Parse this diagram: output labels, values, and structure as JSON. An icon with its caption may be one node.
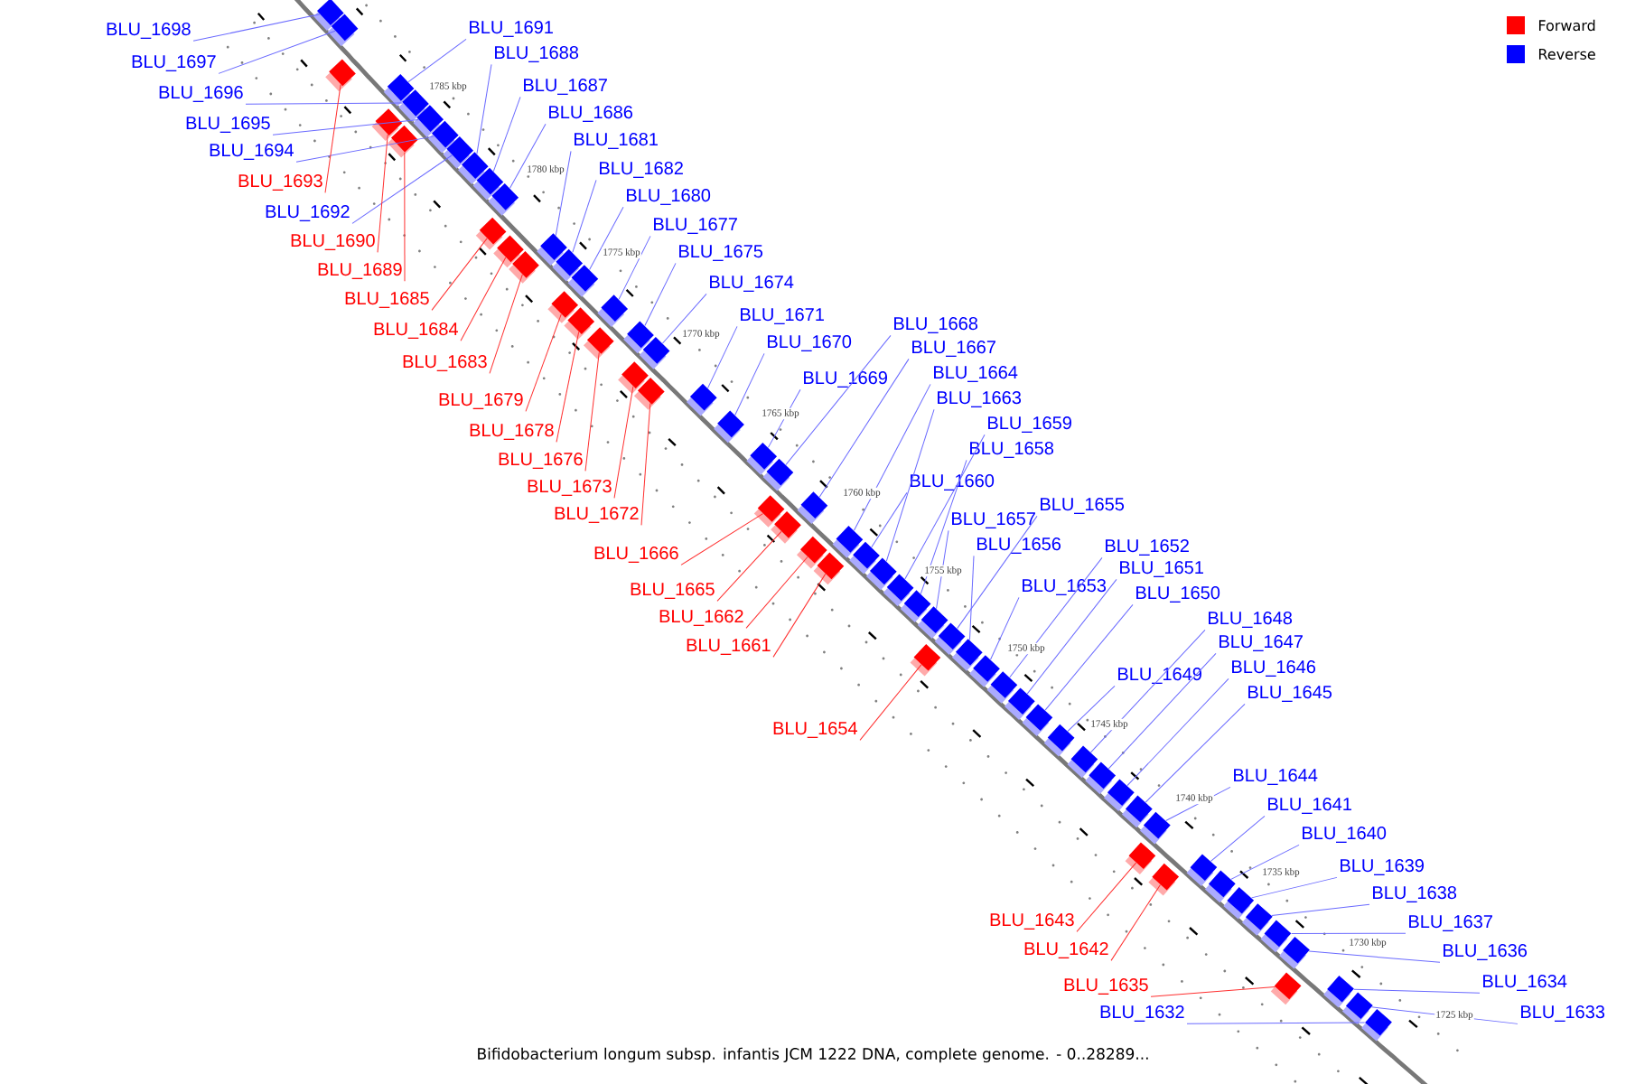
{
  "diagram": {
    "caption": "Bifidobacterium longum subsp. infantis JCM 1222 DNA, complete genome. - 0..28289...",
    "nodes": [
      {
        "text": [
          "BLU_1698"
        ]
      },
      {
        "text": [
          "BLU_1691"
        ]
      },
      {
        "text": [
          "BLU_1688"
        ]
      },
      {
        "text": [
          "BLU_1697"
        ]
      },
      {
        "text": [
          "BLU_1687"
        ]
      },
      {
        "text": [
          "BLU_1696"
        ]
      },
      {
        "text": [
          "BLU_1686"
        ]
      },
      {
        "text": [
          "BLU_1695"
        ]
      },
      {
        "text": [
          "BLU_1681"
        ]
      },
      {
        "text": [
          "BLU_1694"
        ]
      },
      {
        "text": [
          "BLU_1682"
        ]
      },
      {
        "text": [
          "BLU_1693"
        ]
      },
      {
        "text": [
          "BLU_1680"
        ]
      },
      {
        "text": [
          "BLU_1692"
        ]
      },
      {
        "text": [
          "BLU_1677"
        ]
      },
      {
        "text": [
          "BLU_1690"
        ]
      },
      {
        "text": [
          "BLU_1675"
        ]
      },
      {
        "text": [
          "BLU_1689"
        ]
      },
      {
        "text": [
          "BLU_1674"
        ]
      },
      {
        "text": [
          "BLU_1685"
        ]
      },
      {
        "text": [
          "BLU_1671"
        ]
      },
      {
        "text": [
          "BLU_1668"
        ]
      },
      {
        "text": [
          "BLU_1684"
        ]
      },
      {
        "text": [
          "BLU_1670"
        ]
      },
      {
        "text": [
          "BLU_1667"
        ]
      },
      {
        "text": [
          "BLU_1683"
        ]
      },
      {
        "text": [
          "BLU_1664"
        ]
      },
      {
        "text": [
          "BLU_1669"
        ]
      },
      {
        "text": [
          "BLU_1663"
        ]
      },
      {
        "text": [
          "BLU_1679"
        ]
      },
      {
        "text": [
          "BLU_1659"
        ]
      },
      {
        "text": [
          "BLU_1678"
        ]
      },
      {
        "text": [
          "BLU_1658"
        ]
      },
      {
        "text": [
          "BLU_1676"
        ]
      },
      {
        "text": [
          "BLU_1660"
        ]
      },
      {
        "text": [
          "BLU_1673"
        ]
      },
      {
        "text": [
          "BLU_1655"
        ]
      },
      {
        "text": [
          "BLU_1672"
        ]
      },
      {
        "text": [
          "BLU_1657"
        ]
      },
      {
        "text": [
          "BLU_1656"
        ]
      },
      {
        "text": [
          "BLU_1652"
        ]
      },
      {
        "text": [
          "BLU_1666"
        ]
      },
      {
        "text": [
          "BLU_1651"
        ]
      },
      {
        "text": [
          "BLU_1653"
        ]
      },
      {
        "text": [
          "BLU_1665"
        ]
      },
      {
        "text": [
          "BLU_1650"
        ]
      },
      {
        "text": [
          "BLU_1662"
        ]
      },
      {
        "text": [
          "BLU_1648"
        ]
      },
      {
        "text": [
          "BLU_1647"
        ]
      },
      {
        "text": [
          "BLU_1661"
        ]
      },
      {
        "text": [
          "BLU_1646"
        ]
      },
      {
        "text": [
          "BLU_1649"
        ]
      },
      {
        "text": [
          "BLU_1645"
        ]
      },
      {
        "text": [
          "BLU_1654"
        ]
      },
      {
        "text": [
          "BLU_1644"
        ]
      },
      {
        "text": [
          "BLU_1641"
        ]
      },
      {
        "text": [
          "BLU_1640"
        ]
      },
      {
        "text": [
          "BLU_1639"
        ]
      },
      {
        "text": [
          "BLU_1638"
        ]
      },
      {
        "text": [
          "BLU_1643"
        ]
      },
      {
        "text": [
          "BLU_1637"
        ]
      },
      {
        "text": [
          "BLU_1642"
        ]
      },
      {
        "text": [
          "BLU_1636"
        ]
      },
      {
        "text": [
          "BLU_1634"
        ]
      },
      {
        "text": [
          "BLU_1635"
        ]
      },
      {
        "text": [
          "BLU_1632"
        ]
      },
      {
        "text": [
          "BLU_1633"
        ]
      },
      {
        "text": [],
        "shape": "box"
      },
      {
        "text": [],
        "shape": "box"
      },
      {
        "text": [],
        "shape": "box"
      },
      {
        "text": [],
        "shape": "box"
      },
      {
        "text": [],
        "shape": "box"
      },
      {
        "text": [],
        "shape": "box"
      },
      {
        "text": [],
        "shape": "box"
      },
      {
        "text": [],
        "shape": "box"
      },
      {
        "text": [],
        "shape": "box"
      },
      {
        "text": [],
        "shape": "box"
      },
      {
        "text": [],
        "shape": "box"
      },
      {
        "text": [],
        "shape": "box"
      },
      {
        "text": [],
        "shape": "box"
      },
      {
        "text": [],
        "shape": "box"
      },
      {
        "text": [],
        "shape": "box"
      },
      {
        "text": [],
        "shape": "box"
      },
      {
        "text": [],
        "shape": "box"
      },
      {
        "text": [],
        "shape": "box"
      },
      {
        "text": [],
        "shape": "box"
      },
      {
        "text": [],
        "shape": "box"
      },
      {
        "text": [],
        "shape": "box"
      },
      {
        "text": [],
        "shape": "box"
      },
      {
        "text": [],
        "shape": "box"
      },
      {
        "text": [],
        "shape": "box"
      },
      {
        "text": [],
        "shape": "box"
      },
      {
        "text": [],
        "shape": "box"
      },
      {
        "text": [],
        "shape": "box"
      },
      {
        "text": [],
        "shape": "box"
      },
      {
        "text": [],
        "shape": "box"
      },
      {
        "text": [],
        "shape": "box"
      },
      {
        "text": [],
        "shape": "box"
      },
      {
        "text": [],
        "shape": "box"
      },
      {
        "text": [],
        "shape": "box"
      },
      {
        "text": [],
        "shape": "box"
      },
      {
        "text": [],
        "shape": "box"
      },
      {
        "text": [],
        "shape": "box"
      },
      {
        "text": [],
        "shape": "box"
      },
      {
        "text": [],
        "shape": "box"
      },
      {
        "text": [],
        "shape": "box"
      },
      {
        "text": [],
        "shape": "box"
      },
      {
        "text": [],
        "shape": "box"
      },
      {
        "text": [],
        "shape": "box"
      },
      {
        "text": [],
        "shape": "box"
      },
      {
        "text": [],
        "shape": "box"
      },
      {
        "text": [],
        "shape": "box"
      },
      {
        "text": [],
        "shape": "box"
      },
      {
        "text": [],
        "shape": "box"
      },
      {
        "text": [],
        "shape": "box"
      },
      {
        "text": [],
        "shape": "box"
      },
      {
        "text": [],
        "shape": "box"
      },
      {
        "text": [],
        "shape": "box"
      },
      {
        "text": [],
        "shape": "box"
      },
      {
        "text": [],
        "shape": "box"
      },
      {
        "text": [],
        "shape": "box"
      },
      {
        "text": [],
        "shape": "box"
      },
      {
        "text": [],
        "shape": "box"
      },
      {
        "text": [],
        "shape": "box"
      },
      {
        "text": [],
        "shape": "box"
      },
      {
        "text": [],
        "shape": "box"
      },
      {
        "text": [],
        "shape": "box"
      },
      {
        "text": [],
        "shape": "box"
      },
      {
        "text": [],
        "shape": "box"
      },
      {
        "text": [],
        "shape": "box"
      },
      {
        "text": [],
        "shape": "box"
      },
      {
        "text": [],
        "shape": "box"
      },
      {
        "text": [],
        "shape": "box"
      },
      {
        "text": [],
        "shape": "box"
      }
    ],
    "edges": [
      {
        "from": 0,
        "to": 67,
        "arrow": "none"
      },
      {
        "from": 1,
        "to": 69,
        "arrow": "none"
      },
      {
        "from": 2,
        "to": 75,
        "arrow": "none"
      },
      {
        "from": 3,
        "to": 68,
        "arrow": "none"
      },
      {
        "from": 4,
        "to": 77,
        "arrow": "none"
      },
      {
        "from": 5,
        "to": 70,
        "arrow": "none"
      },
      {
        "from": 6,
        "to": 79,
        "arrow": "none"
      },
      {
        "from": 7,
        "to": 71,
        "arrow": "none"
      },
      {
        "from": 8,
        "to": 80,
        "arrow": "none"
      },
      {
        "from": 9,
        "to": 72,
        "arrow": "none"
      },
      {
        "from": 10,
        "to": 81,
        "arrow": "none"
      },
      {
        "from": 11,
        "to": 73,
        "arrow": "none",
        "color": "#ff3030"
      },
      {
        "from": 12,
        "to": 82,
        "arrow": "none"
      },
      {
        "from": 13,
        "to": 74,
        "arrow": "none"
      },
      {
        "from": 14,
        "to": 86,
        "arrow": "none"
      },
      {
        "from": 15,
        "to": 76,
        "arrow": "none",
        "color": "#ff3030"
      },
      {
        "from": 16,
        "to": 87,
        "arrow": "none"
      },
      {
        "from": 17,
        "to": 78,
        "arrow": "none",
        "color": "#ff3030"
      },
      {
        "from": 18,
        "to": 88,
        "arrow": "none"
      },
      {
        "from": 19,
        "to": 83,
        "arrow": "none",
        "color": "#ff3030"
      },
      {
        "from": 20,
        "to": 92,
        "arrow": "none"
      },
      {
        "from": 21,
        "to": 97,
        "arrow": "none"
      },
      {
        "from": 22,
        "to": 84,
        "arrow": "none",
        "color": "#ff3030"
      },
      {
        "from": 23,
        "to": 94,
        "arrow": "none"
      },
      {
        "from": 24,
        "to": 98,
        "arrow": "none"
      },
      {
        "from": 25,
        "to": 85,
        "arrow": "none",
        "color": "#ff3030"
      },
      {
        "from": 26,
        "to": 99,
        "arrow": "none"
      },
      {
        "from": 27,
        "to": 96,
        "arrow": "none"
      },
      {
        "from": 28,
        "to": 101,
        "arrow": "none"
      },
      {
        "from": 29,
        "to": 89,
        "arrow": "none",
        "color": "#ff3030"
      },
      {
        "from": 30,
        "to": 103,
        "arrow": "none"
      },
      {
        "from": 31,
        "to": 90,
        "arrow": "none",
        "color": "#ff3030"
      },
      {
        "from": 32,
        "to": 104,
        "arrow": "none"
      },
      {
        "from": 33,
        "to": 91,
        "arrow": "none",
        "color": "#ff3030"
      },
      {
        "from": 34,
        "to": 100,
        "arrow": "none"
      },
      {
        "from": 35,
        "to": 93,
        "arrow": "none",
        "color": "#ff3030"
      },
      {
        "from": 36,
        "to": 109,
        "arrow": "none"
      },
      {
        "from": 37,
        "to": 95,
        "arrow": "none",
        "color": "#ff3030"
      },
      {
        "from": 38,
        "to": 106,
        "arrow": "none"
      },
      {
        "from": 39,
        "to": 110,
        "arrow": "none"
      },
      {
        "from": 40,
        "to": 112,
        "arrow": "none"
      },
      {
        "from": 41,
        "to": 102,
        "arrow": "none",
        "color": "#ff3030"
      },
      {
        "from": 42,
        "to": 113,
        "arrow": "none"
      },
      {
        "from": 43,
        "to": 111,
        "arrow": "none"
      },
      {
        "from": 44,
        "to": 105,
        "arrow": "none",
        "color": "#ff3030"
      },
      {
        "from": 45,
        "to": 115,
        "arrow": "none"
      },
      {
        "from": 46,
        "to": 107,
        "arrow": "none",
        "color": "#ff3030"
      },
      {
        "from": 47,
        "to": 117,
        "arrow": "none"
      },
      {
        "from": 48,
        "to": 118,
        "arrow": "none"
      },
      {
        "from": 49,
        "to": 108,
        "arrow": "none",
        "color": "#ff3030"
      },
      {
        "from": 50,
        "to": 119,
        "arrow": "none"
      },
      {
        "from": 51,
        "to": 116,
        "arrow": "none"
      },
      {
        "from": 52,
        "to": 120,
        "arrow": "none"
      },
      {
        "from": 53,
        "to": 114,
        "arrow": "none",
        "color": "#ff3030"
      },
      {
        "from": 54,
        "to": 121,
        "arrow": "none"
      },
      {
        "from": 55,
        "to": 122,
        "arrow": "none"
      },
      {
        "from": 56,
        "to": 123,
        "arrow": "none"
      },
      {
        "from": 57,
        "to": 124,
        "arrow": "none"
      },
      {
        "from": 58,
        "to": 126,
        "arrow": "none"
      },
      {
        "from": 59,
        "to": 125,
        "arrow": "none",
        "color": "#ff3030"
      },
      {
        "from": 60,
        "to": 127,
        "arrow": "none"
      },
      {
        "from": 61,
        "to": 128,
        "arrow": "none",
        "color": "#ff3030"
      },
      {
        "from": 62,
        "to": 129,
        "arrow": "none"
      },
      {
        "from": 63,
        "to": 130,
        "arrow": "none"
      },
      {
        "from": 64,
        "to": 132,
        "arrow": "none",
        "color": "#ff3030"
      },
      {
        "from": 65,
        "to": 133,
        "arrow": "none"
      },
      {
        "from": 66,
        "to": 131,
        "arrow": "none"
      }
    ],
    "labels": [
      "1785 kbp",
      "1780 kbp",
      "1775 kbp",
      "1770 kbp",
      "1765 kbp",
      "1760 kbp",
      "1755 kbp",
      "1750 kbp",
      "1745 kbp",
      "1740 kbp",
      "1735 kbp",
      "1730 kbp",
      "1725 kbp"
    ],
    "legend": [
      {
        "text": "Forward",
        "color": "#ff0000"
      },
      {
        "text": "Reverse",
        "color": "#0000ff"
      }
    ]
  }
}
